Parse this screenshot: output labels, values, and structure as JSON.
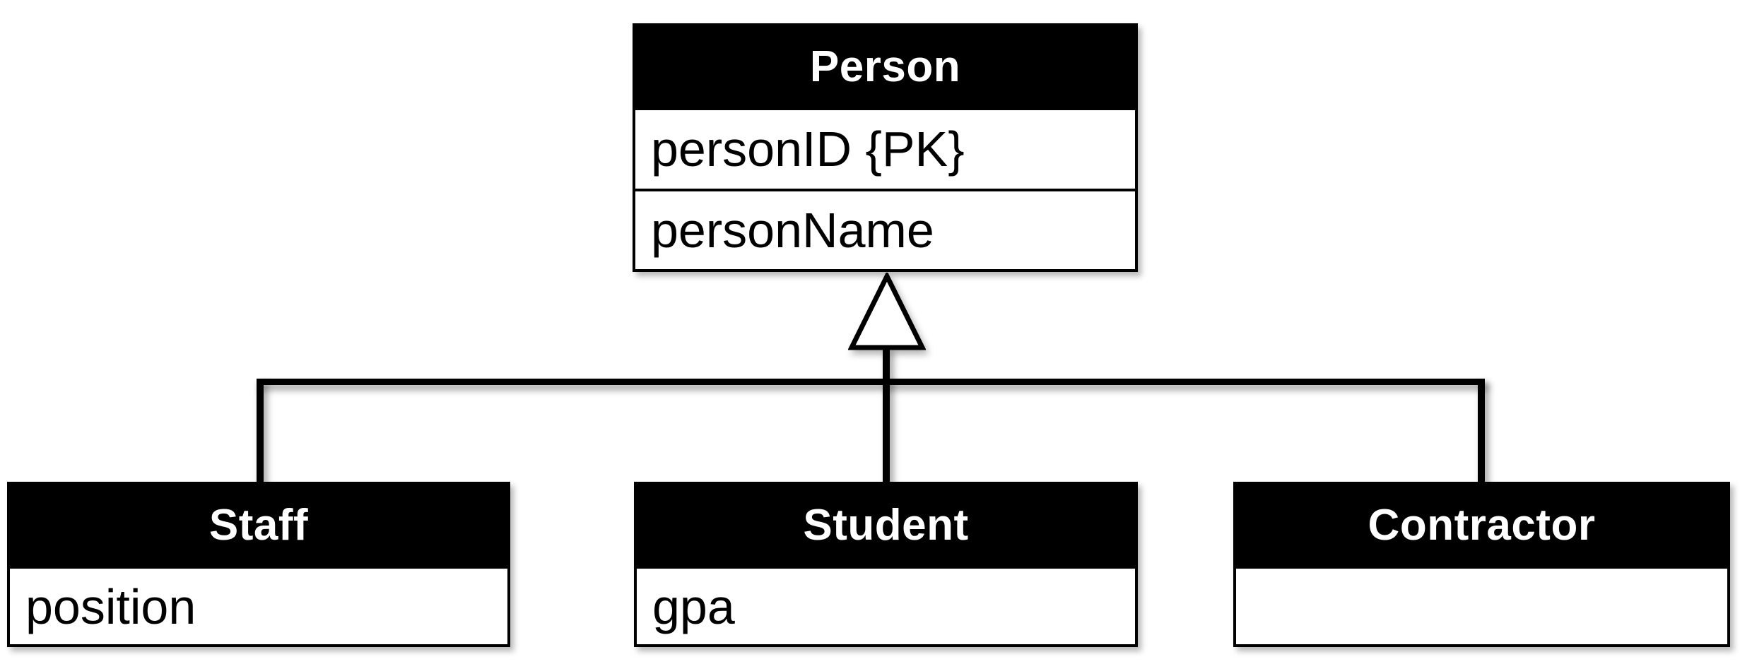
{
  "diagram": {
    "type": "uml-class-inheritance-diagram",
    "relationship": "generalization",
    "colors": {
      "header_background": "#000000",
      "header_text": "#ffffff",
      "body_background": "#ffffff",
      "border": "#000000",
      "canvas_background": "#ffffff"
    },
    "parent": {
      "title": "Person",
      "attributes": [
        "personID {PK}",
        "personName"
      ]
    },
    "children": [
      {
        "title": "Staff",
        "attributes": [
          "position"
        ]
      },
      {
        "title": "Student",
        "attributes": [
          "gpa"
        ]
      },
      {
        "title": "Contractor",
        "attributes": []
      }
    ]
  }
}
